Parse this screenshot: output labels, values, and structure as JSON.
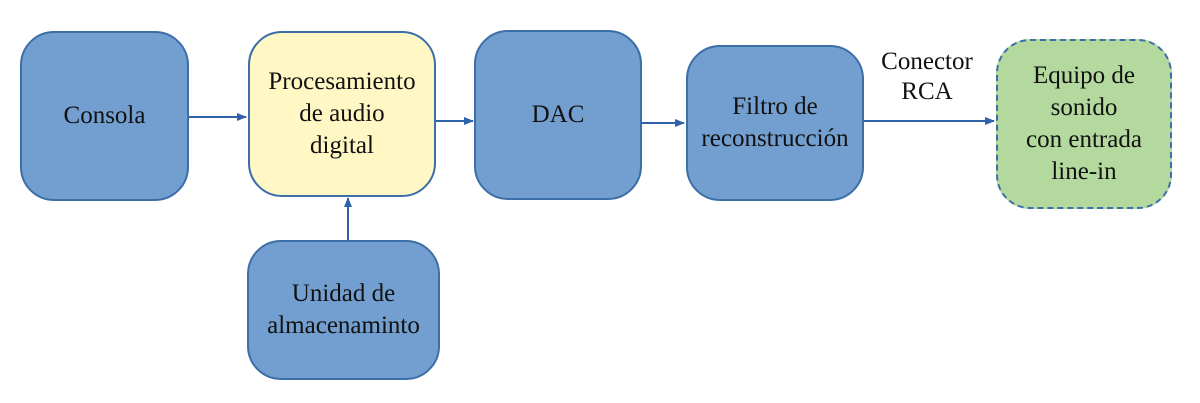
{
  "colors": {
    "block_fill": "#729fcf",
    "block_border": "#3c6ea8",
    "processing_fill": "#fff7c4",
    "output_fill": "#b4d99e",
    "arrow": "#2f62a8"
  },
  "nodes": {
    "consola": "Consola",
    "procesamiento": "Procesamiento\nde audio\ndigital",
    "dac": "DAC",
    "filtro": "Filtro de\nreconstrucción",
    "equipo": "Equipo de\nsonido\ncon entrada\nline-in",
    "unidad": "Unidad de\nalmacenaminto"
  },
  "edges": {
    "connector_label": "Conector\nRCA"
  }
}
